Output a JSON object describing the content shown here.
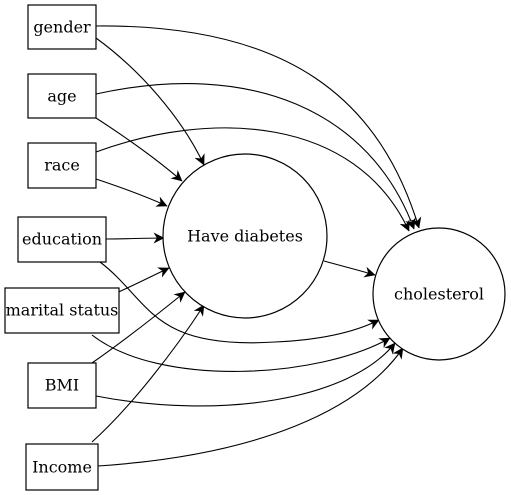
{
  "nodes": {
    "gender": "gender",
    "age": "age",
    "race": "race",
    "education": "education",
    "marital_status": "marital status",
    "bmi": "BMI",
    "income": "Income",
    "have_diabetes": "Have diabetes",
    "cholesterol": "cholesterol"
  },
  "edges": [
    {
      "from": "gender",
      "to": "have_diabetes"
    },
    {
      "from": "gender",
      "to": "cholesterol"
    },
    {
      "from": "age",
      "to": "have_diabetes"
    },
    {
      "from": "age",
      "to": "cholesterol"
    },
    {
      "from": "race",
      "to": "have_diabetes"
    },
    {
      "from": "race",
      "to": "cholesterol"
    },
    {
      "from": "education",
      "to": "have_diabetes"
    },
    {
      "from": "education",
      "to": "cholesterol"
    },
    {
      "from": "marital_status",
      "to": "have_diabetes"
    },
    {
      "from": "marital_status",
      "to": "cholesterol"
    },
    {
      "from": "bmi",
      "to": "have_diabetes"
    },
    {
      "from": "bmi",
      "to": "cholesterol"
    },
    {
      "from": "income",
      "to": "have_diabetes"
    },
    {
      "from": "income",
      "to": "cholesterol"
    },
    {
      "from": "have_diabetes",
      "to": "cholesterol"
    }
  ]
}
